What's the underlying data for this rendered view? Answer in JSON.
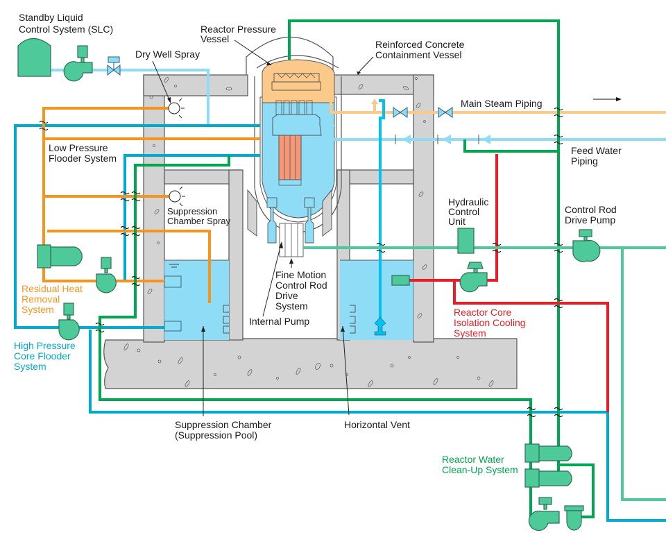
{
  "diagram": {
    "title": "ABWR Reactor Building Systems",
    "colors": {
      "steam": "#fbc98a",
      "feedwater": "#8fdcf7",
      "slc": "#8fdcf7",
      "rhr": "#f7941d",
      "hpcf": "#00a9ce",
      "lpfl": "#00a9ce",
      "rcic": "#ed1c24",
      "crd": "#4ec99a",
      "cuw": "#00a651",
      "water": "#8fdcf7",
      "concrete": "#d3d3d3",
      "equipment": "#4ec99a",
      "core": "#f59878"
    },
    "labels": {
      "slc": [
        "Standby Liquid",
        "Control System (SLC)"
      ],
      "rpv": [
        "Reactor Pressure",
        "Vessel"
      ],
      "dry_well_spray": "Dry Well Spray",
      "containment": [
        "Reinforced Concrete",
        "Containment Vessel"
      ],
      "main_steam": "Main Steam Piping",
      "feed_water": [
        "Feed Water",
        "Piping"
      ],
      "lpfl": [
        "Low Pressure",
        "Flooder System"
      ],
      "suppression_spray": [
        "Suppression",
        "Chamber Spray"
      ],
      "rhr": [
        "Residual Heat",
        "Removal",
        "System"
      ],
      "hpcf": [
        "High Pressure",
        "Core Flooder",
        "System"
      ],
      "fmcrd": [
        "Fine Motion",
        "Control Rod",
        "Drive",
        "System"
      ],
      "internal_pump": "Internal Pump",
      "hcu": [
        "Hydraulic",
        "Control",
        "Unit"
      ],
      "crd_pump": [
        "Control Rod",
        "Drive Pump"
      ],
      "rcic": [
        "Reactor Core",
        "Isolation Cooling",
        "System"
      ],
      "suppression_chamber": [
        "Suppression Chamber",
        "(Suppression Pool)"
      ],
      "horizontal_vent": "Horizontal Vent",
      "cuw": [
        "Reactor Water",
        "Clean-Up System"
      ]
    }
  }
}
